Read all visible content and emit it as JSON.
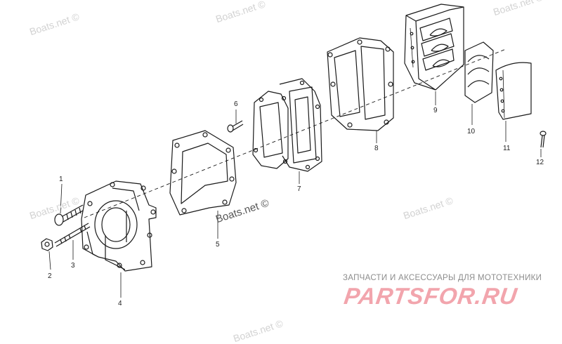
{
  "watermarks": [
    "Boats.net ©",
    "Boats.net ©",
    "Boats.net ©",
    "Boats.net ©",
    "Boats.net ©",
    "Boats.net ©",
    "Boats.net ©"
  ],
  "callouts": [
    "1",
    "2",
    "3",
    "4",
    "5",
    "6",
    "7",
    "8",
    "9",
    "10",
    "11",
    "12"
  ],
  "branding": {
    "tagline": "ЗАПЧАСТИ И АКСЕССУАРЫ ДЛЯ МОТОТЕХНИКИ",
    "name": "PARTSFOR.RU"
  },
  "colors": {
    "line": "#1a1a1a",
    "watermark": "#d2d2d2",
    "brand": "#f2a5ad",
    "tagline": "#8c8c8c"
  }
}
